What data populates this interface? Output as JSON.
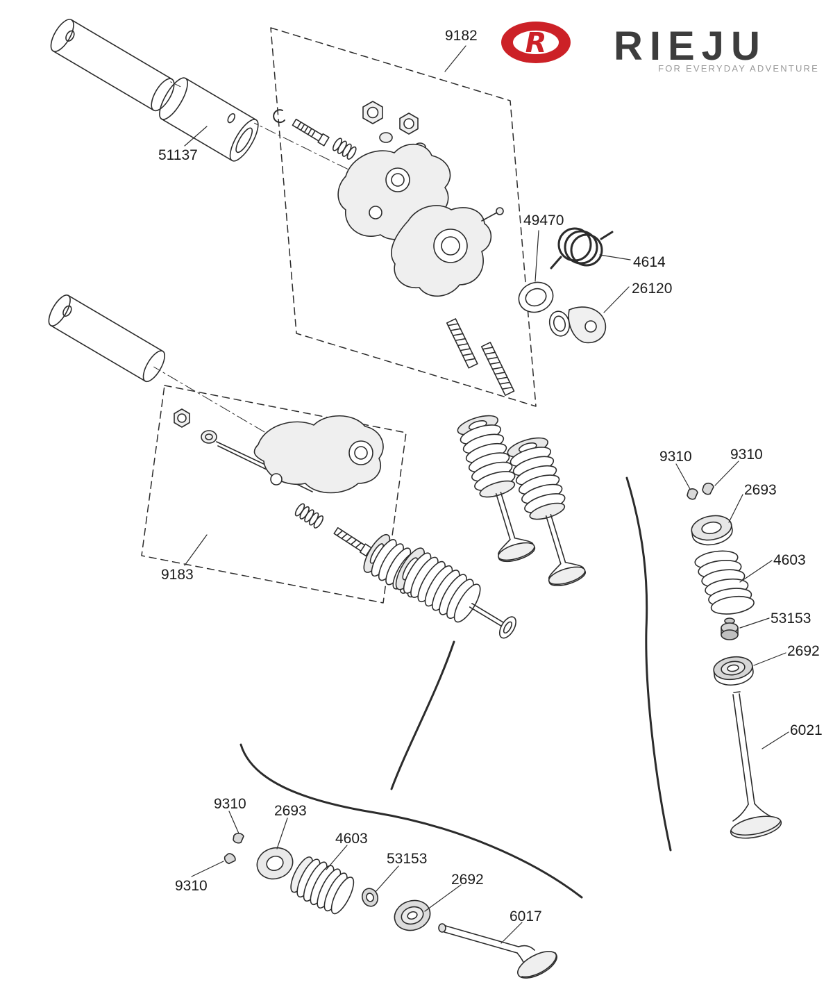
{
  "page": {
    "background": "#ffffff"
  },
  "logo": {
    "monogram": "R",
    "brand": "RIEJU",
    "tagline": "FOR EVERYDAY ADVENTURE",
    "accent_color": "#cc2127",
    "wordmark_color": "#3d3d3d",
    "tagline_color": "#999999"
  },
  "diagram": {
    "line_color": "#2b2b2b",
    "text_color": "#1a1a1a",
    "labels": [
      {
        "id": "9182",
        "text": "9182"
      },
      {
        "id": "51137",
        "text": "51137"
      },
      {
        "id": "49470",
        "text": "49470"
      },
      {
        "id": "4614",
        "text": "4614"
      },
      {
        "id": "26120",
        "text": "26120"
      },
      {
        "id": "9183",
        "text": "9183"
      },
      {
        "id": "9310-upper-left",
        "text": "9310"
      },
      {
        "id": "9310-upper-right",
        "text": "9310"
      },
      {
        "id": "2693-right",
        "text": "2693"
      },
      {
        "id": "4603-right",
        "text": "4603"
      },
      {
        "id": "53153-right",
        "text": "53153"
      },
      {
        "id": "2692-right",
        "text": "2692"
      },
      {
        "id": "6021",
        "text": "6021"
      },
      {
        "id": "9310-bottom-upper",
        "text": "9310"
      },
      {
        "id": "2693-bottom",
        "text": "2693"
      },
      {
        "id": "4603-bottom",
        "text": "4603"
      },
      {
        "id": "53153-bottom",
        "text": "53153"
      },
      {
        "id": "2692-bottom",
        "text": "2692"
      },
      {
        "id": "9310-bottom-lower",
        "text": "9310"
      },
      {
        "id": "6017",
        "text": "6017"
      }
    ]
  }
}
